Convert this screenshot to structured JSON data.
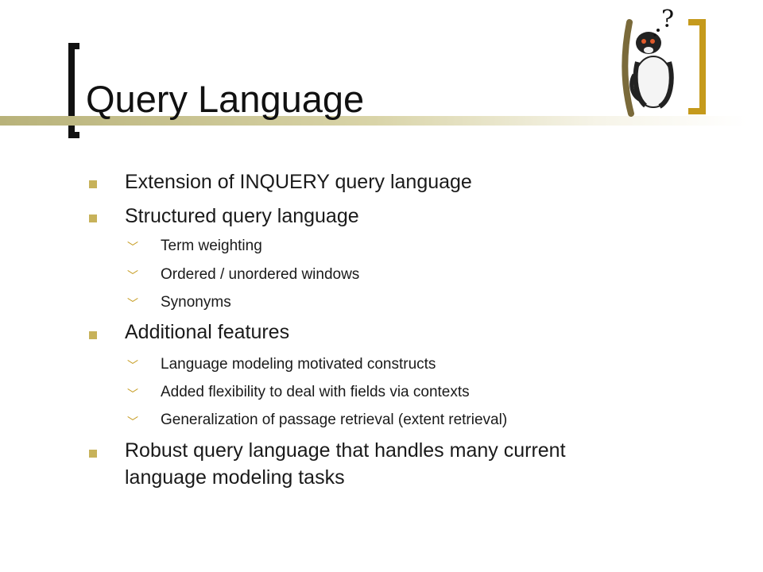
{
  "slide": {
    "title": "Query Language",
    "mascot_caption": "?",
    "bullets": [
      {
        "text": "Extension of INQUERY query language"
      },
      {
        "text": "Structured query language",
        "sub": [
          "Term weighting",
          "Ordered / unordered windows",
          "Synonyms"
        ]
      },
      {
        "text": "Additional features",
        "sub": [
          "Language modeling motivated constructs",
          "Added flexibility to deal with fields via contexts",
          "Generalization of passage retrieval (extent retrieval)"
        ]
      },
      {
        "text_line1": "Robust query language that handles many current",
        "text_line2": "language modeling tasks"
      }
    ]
  },
  "colors": {
    "bullet": "#c7b25a",
    "accent_bracket": "#c59a1c",
    "title_text": "#111111"
  },
  "icons": {
    "level1": "square-bullet",
    "level2": "hook-bullet"
  }
}
